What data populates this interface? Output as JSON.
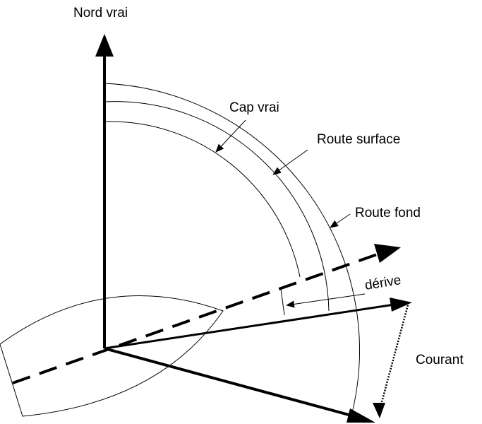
{
  "labels": {
    "north": "Nord vrai",
    "heading": "Cap vrai",
    "surface_route": "Route surface",
    "ground_route": "Route fond",
    "drift": "dérive",
    "current": "Courant"
  },
  "colors": {
    "ink": "#000000",
    "background": "#ffffff"
  }
}
